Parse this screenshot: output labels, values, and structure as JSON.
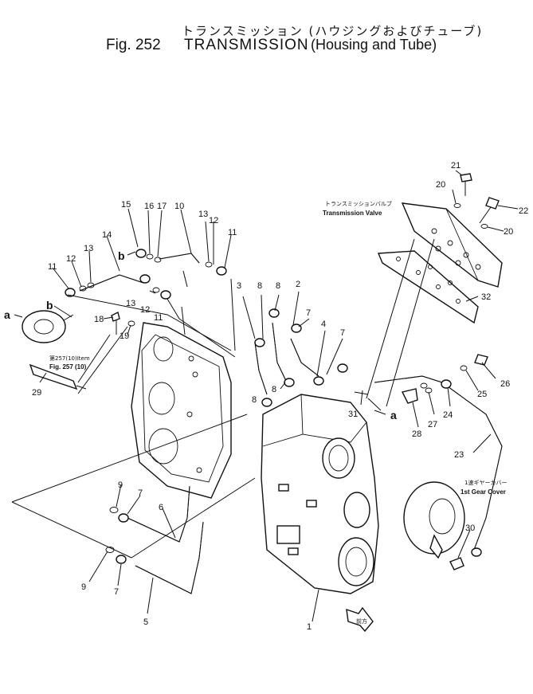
{
  "header": {
    "japanese_title": "トランスミッション (ハウジングおよびチューブ)",
    "fig_label": "Fig. 252",
    "title": "TRANSMISSION",
    "subtitle": "(Housing and Tube)"
  },
  "callouts": {
    "transmission_valve_jp": "トランスミッションバルブ",
    "transmission_valve_en": "Transmission Valve",
    "gear_cover_jp": "1速ギヤーカバー",
    "gear_cover_en": "1st Gear Cover",
    "ref_jp": "第257(10)Item",
    "ref_en": "Fig. 257 (10)",
    "front_arrow": "前方"
  },
  "part_numbers": [
    {
      "key": "n15",
      "text": "15"
    },
    {
      "key": "n16",
      "text": "16"
    },
    {
      "key": "n17",
      "text": "17"
    },
    {
      "key": "n10",
      "text": "10"
    },
    {
      "key": "n13a",
      "text": "13"
    },
    {
      "key": "n12a",
      "text": "12"
    },
    {
      "key": "n11a",
      "text": "11"
    },
    {
      "key": "n14",
      "text": "14"
    },
    {
      "key": "n11b",
      "text": "11"
    },
    {
      "key": "n12b",
      "text": "12"
    },
    {
      "key": "n13b",
      "text": "13"
    },
    {
      "key": "n13c",
      "text": "13"
    },
    {
      "key": "n12c",
      "text": "12"
    },
    {
      "key": "n11c",
      "text": "11"
    },
    {
      "key": "n18",
      "text": "18"
    },
    {
      "key": "n19",
      "text": "19"
    },
    {
      "key": "n29",
      "text": "29"
    },
    {
      "key": "n3",
      "text": "3"
    },
    {
      "key": "n8a",
      "text": "8"
    },
    {
      "key": "n8b",
      "text": "8"
    },
    {
      "key": "n2",
      "text": "2"
    },
    {
      "key": "n7a",
      "text": "7"
    },
    {
      "key": "n4",
      "text": "4"
    },
    {
      "key": "n7b",
      "text": "7"
    },
    {
      "key": "n8c",
      "text": "8"
    },
    {
      "key": "n8d",
      "text": "8"
    },
    {
      "key": "n21",
      "text": "21"
    },
    {
      "key": "n20a",
      "text": "20"
    },
    {
      "key": "n22",
      "text": "22"
    },
    {
      "key": "n20b",
      "text": "20"
    },
    {
      "key": "n32",
      "text": "32"
    },
    {
      "key": "n26",
      "text": "26"
    },
    {
      "key": "n25",
      "text": "25"
    },
    {
      "key": "n24",
      "text": "24"
    },
    {
      "key": "n27",
      "text": "27"
    },
    {
      "key": "n31",
      "text": "31"
    },
    {
      "key": "n28",
      "text": "28"
    },
    {
      "key": "n23",
      "text": "23"
    },
    {
      "key": "n9a",
      "text": "9"
    },
    {
      "key": "n7c",
      "text": "7"
    },
    {
      "key": "n6",
      "text": "6"
    },
    {
      "key": "n9b",
      "text": "9"
    },
    {
      "key": "n7d",
      "text": "7"
    },
    {
      "key": "n5",
      "text": "5"
    },
    {
      "key": "n30",
      "text": "30"
    },
    {
      "key": "n1",
      "text": "1"
    }
  ],
  "letters": [
    {
      "key": "a1",
      "text": "a"
    },
    {
      "key": "b1",
      "text": "b"
    },
    {
      "key": "b2",
      "text": "b"
    },
    {
      "key": "a2",
      "text": "a"
    }
  ]
}
